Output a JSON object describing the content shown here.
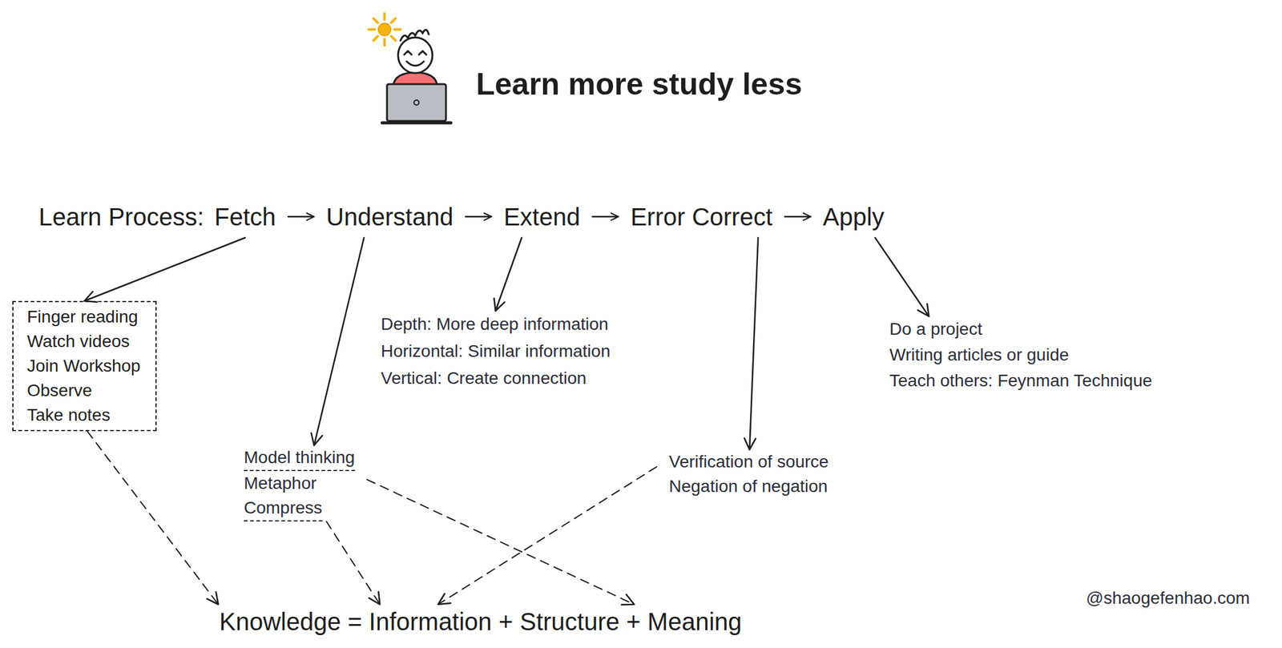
{
  "diagram": {
    "title": "Learn more study less",
    "nodes": [
      {
        "text": [
          "Fetch"
        ]
      },
      {
        "text": [
          "Understand"
        ]
      },
      {
        "text": [
          "Extend"
        ]
      },
      {
        "text": [
          "Error Correct"
        ]
      },
      {
        "text": [
          "Apply"
        ]
      },
      {
        "text": [
          "Finger reading",
          "Watch videos",
          "Join Workshop",
          "Observe",
          "Take notes"
        ]
      },
      {
        "text": [
          "Model thinking",
          "Metaphor",
          "Compress"
        ]
      },
      {
        "text": [
          "Depth: More deep information",
          "Horizontal: Similar information",
          "Vertical: Create connection"
        ]
      },
      {
        "text": [
          "Verification of source",
          "Negation of negation"
        ]
      },
      {
        "text": [
          "Do a project",
          "Writing articles or guide",
          "Teach others: Feynman Technique"
        ]
      },
      {
        "text": [
          "Knowledge = Information + Structure + Meaning"
        ]
      }
    ],
    "edges": [
      {
        "from": 0,
        "to": 1,
        "arrow": "to"
      },
      {
        "from": 1,
        "to": 2,
        "arrow": "to"
      },
      {
        "from": 2,
        "to": 3,
        "arrow": "to"
      },
      {
        "from": 3,
        "to": 4,
        "arrow": "to"
      },
      {
        "from": 0,
        "to": 5,
        "arrow": "to"
      },
      {
        "from": 1,
        "to": 6,
        "arrow": "to"
      },
      {
        "from": 2,
        "to": 7,
        "arrow": "to"
      },
      {
        "from": 3,
        "to": 8,
        "arrow": "to"
      },
      {
        "from": 4,
        "to": 9,
        "arrow": "to"
      },
      {
        "from": 5,
        "to": 10,
        "arrow": "to"
      },
      {
        "from": 6,
        "to": 10,
        "arrow": "to"
      },
      {
        "from": 6,
        "to": 10,
        "arrow": "to"
      },
      {
        "from": 8,
        "to": 10,
        "arrow": "to"
      }
    ],
    "labels": [
      "Learn Process:",
      "@shaogefenhao.com"
    ]
  }
}
